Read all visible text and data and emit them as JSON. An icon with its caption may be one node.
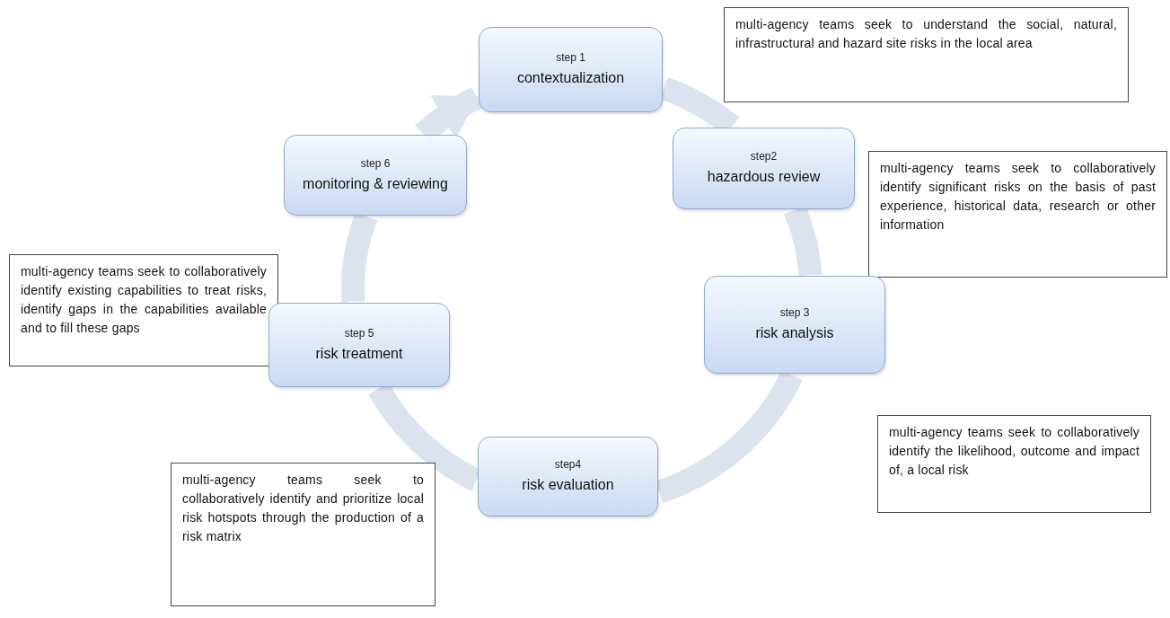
{
  "diagram": {
    "nodes": [
      {
        "text": [
          "step 1",
          "contextualization"
        ]
      },
      {
        "text": [
          "multi-agency teams seek to understand the social, natural, infrastructural and hazard site risks in the local area"
        ]
      },
      {
        "text": [
          "step2",
          "hazardous review"
        ]
      },
      {
        "text": [
          "step 6",
          "monitoring & reviewing"
        ]
      },
      {
        "text": [
          "multi-agency teams seek to collaboratively identify significant risks on the basis of past experience, historical data, research or other information"
        ]
      },
      {
        "text": [
          "multi-agency teams seek to collaboratively identify existing capabilities to treat risks, identify gaps in the capabilities available and to fill these gaps"
        ]
      },
      {
        "text": [
          "step 3",
          "risk analysis"
        ]
      },
      {
        "text": [
          "step 5",
          "risk treatment"
        ]
      },
      {
        "text": [
          "multi-agency teams seek to collaboratively identify the likelihood, outcome and impact of, a local risk"
        ]
      },
      {
        "text": [
          "step4",
          "risk evaluation"
        ]
      },
      {
        "text": [
          "multi-agency teams seek to collaboratively identify and prioritize local risk hotspots through the production of a risk matrix"
        ]
      }
    ],
    "edges": [
      {
        "from": 0,
        "to": 2,
        "arrow": "none"
      },
      {
        "from": 2,
        "to": 6,
        "arrow": "none"
      },
      {
        "from": 6,
        "to": 9,
        "arrow": "none"
      },
      {
        "from": 9,
        "to": 7,
        "arrow": "none"
      },
      {
        "from": 7,
        "to": 3,
        "arrow": "none"
      },
      {
        "from": 3,
        "to": 0,
        "arrow": "to"
      }
    ]
  }
}
